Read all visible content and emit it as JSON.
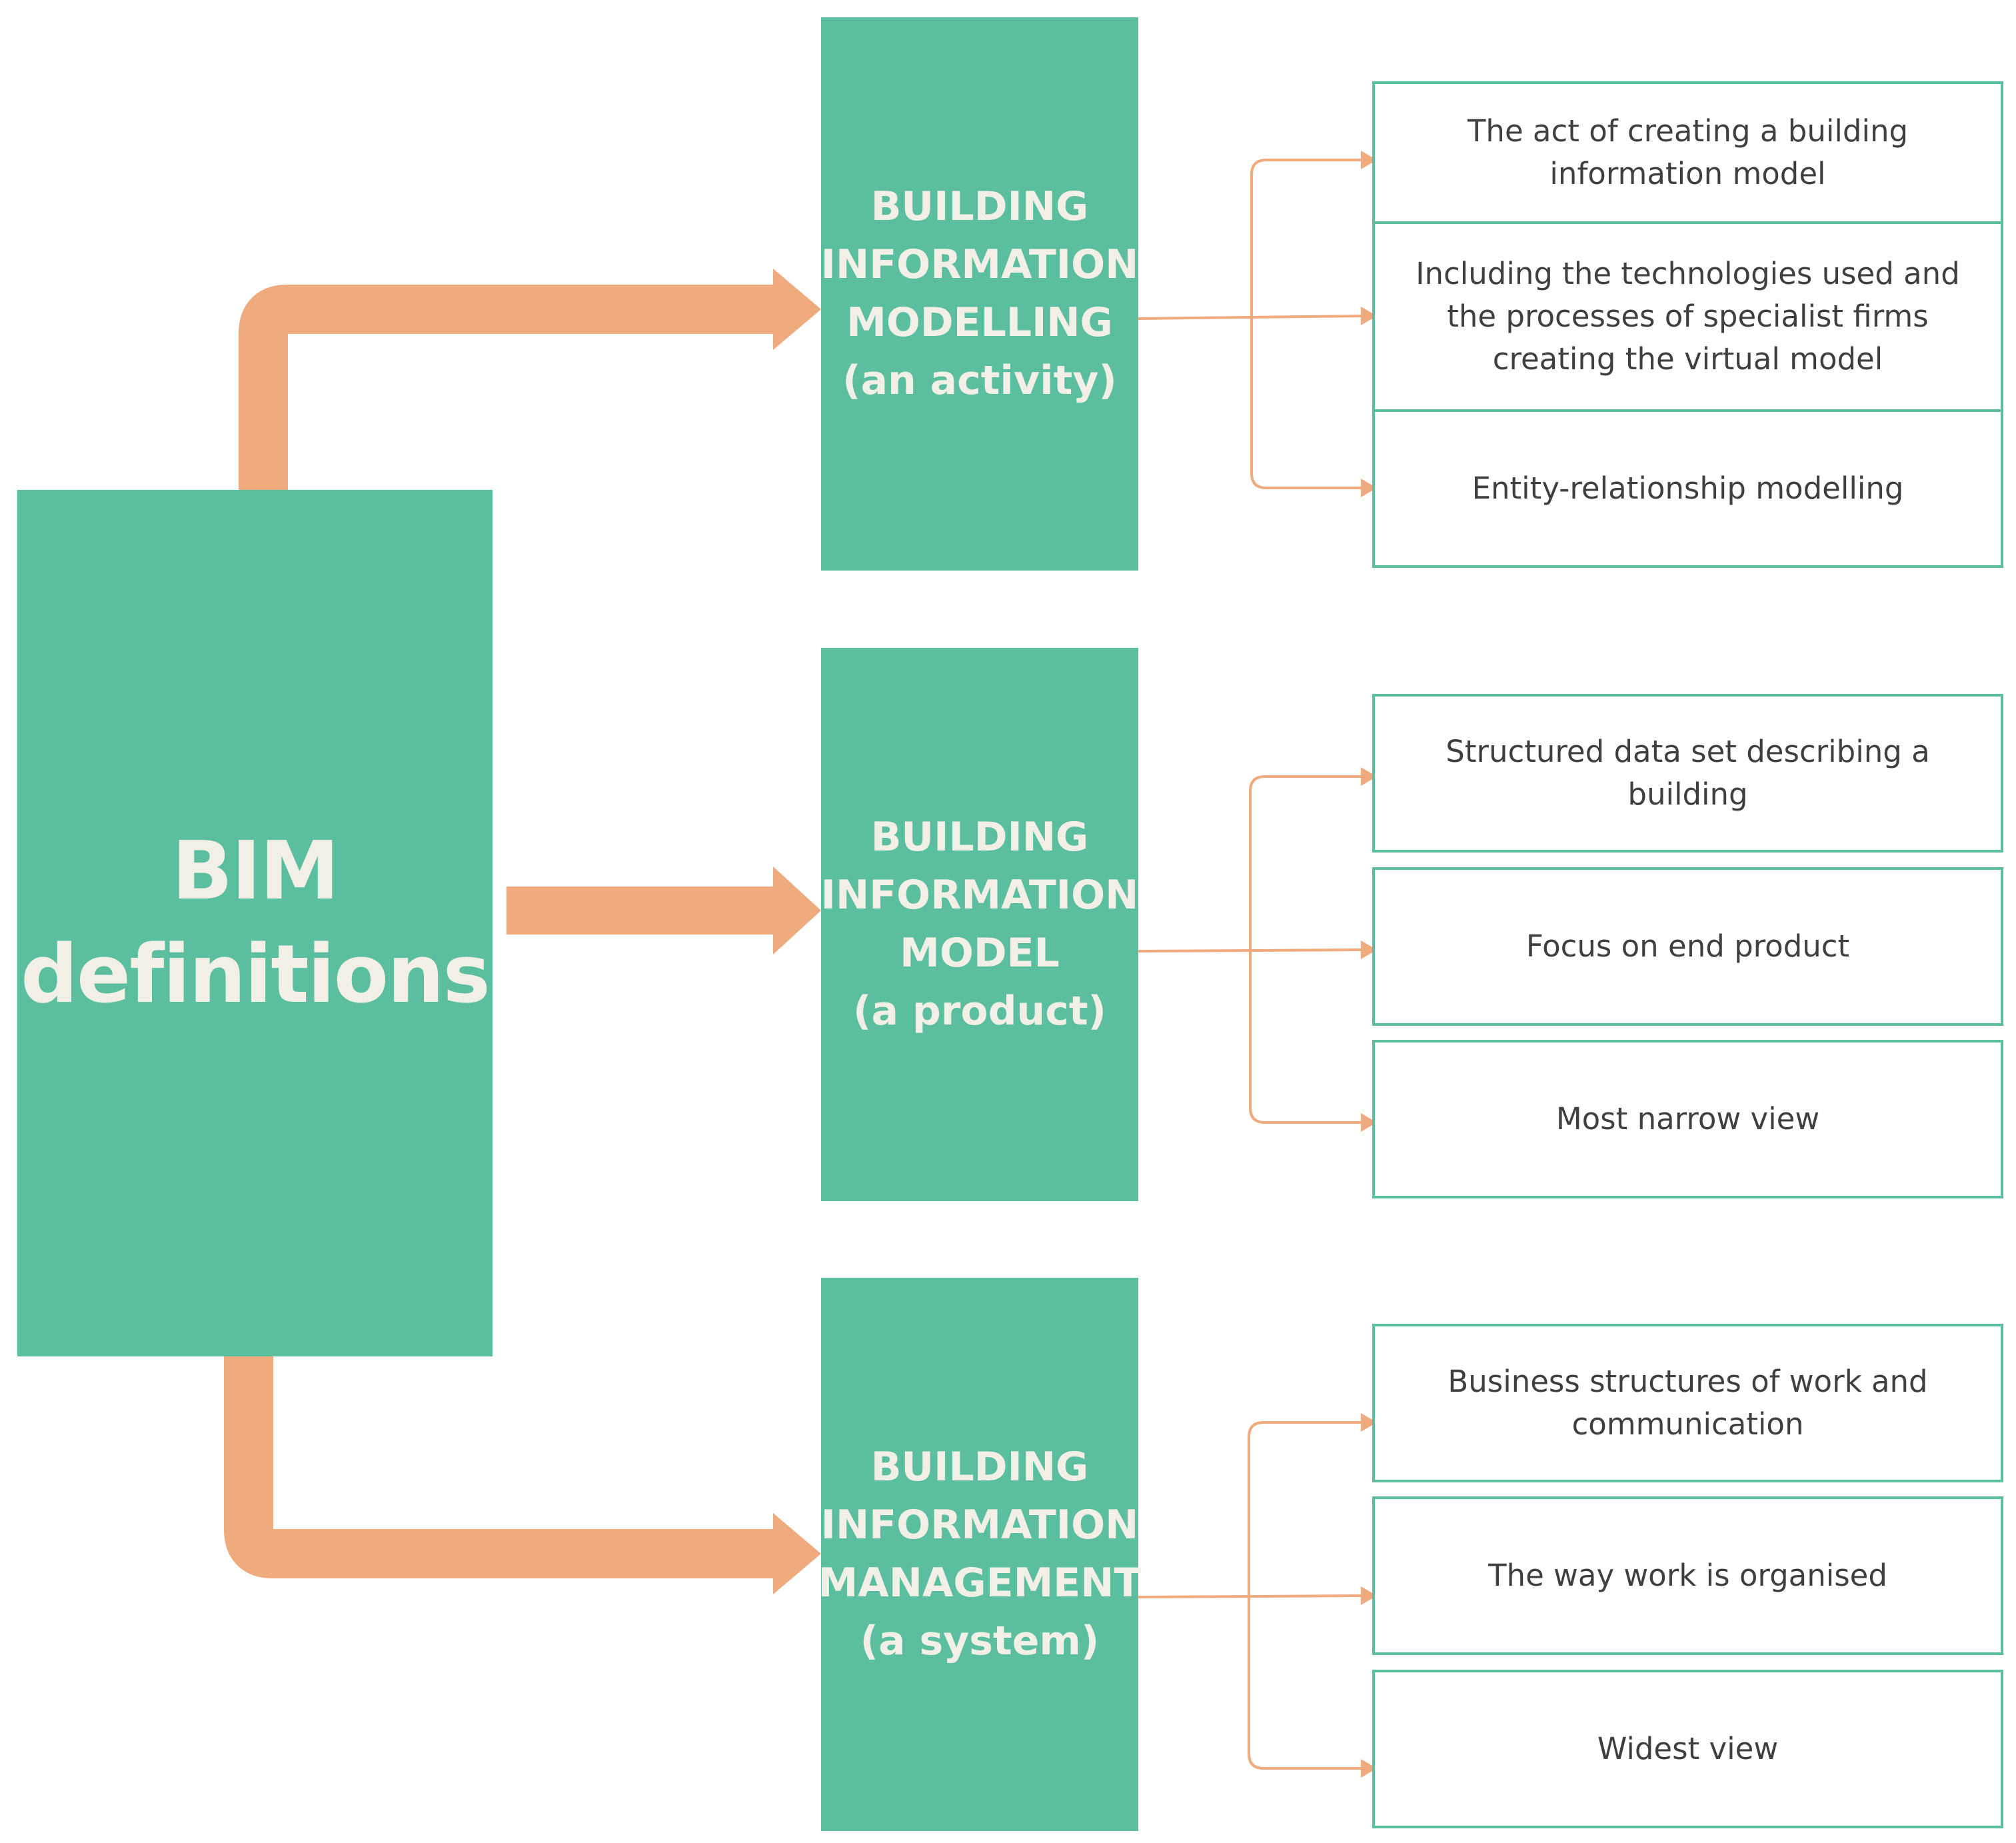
{
  "colors": {
    "teal": "#5bbf9f",
    "orange": "#efab7d",
    "title_text": "#f2efe6",
    "body_text": "#3f3f3f"
  },
  "main": {
    "line1": "BIM",
    "line2": "definitions"
  },
  "categories": [
    {
      "lines": [
        "BUILDING",
        "INFORMATION",
        "MODELLING",
        "(an activity)"
      ],
      "descriptions": [
        "The act of creating a building information model",
        "Including the technologies used and the processes of specialist firms creating the virtual model",
        "Entity-relationship modelling"
      ]
    },
    {
      "lines": [
        "BUILDING",
        "INFORMATION",
        "MODEL",
        "(a product)"
      ],
      "descriptions": [
        "Structured data set describing a building",
        "Focus on end product",
        "Most narrow view"
      ]
    },
    {
      "lines": [
        "BUILDING",
        "INFORMATION",
        "MANAGEMENT",
        "(a system)"
      ],
      "descriptions": [
        "Business structures of work and communication",
        "The way work is organised",
        "Widest view"
      ]
    }
  ]
}
